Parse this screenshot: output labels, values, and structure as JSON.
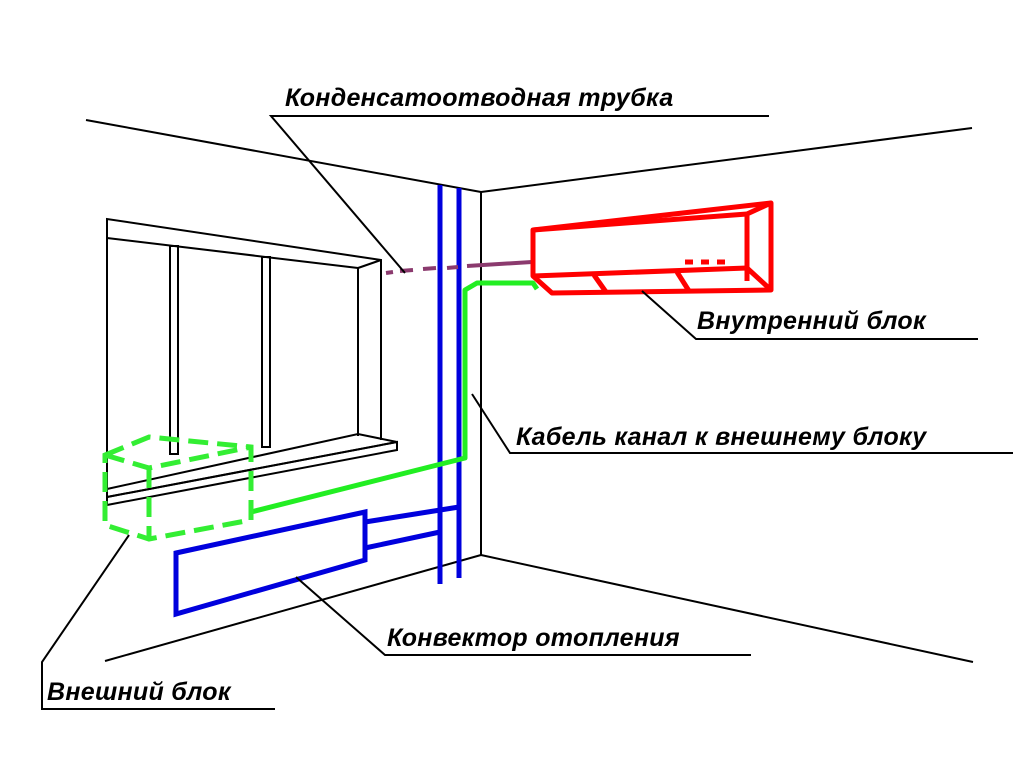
{
  "labels": {
    "condensate_tube": "Конденсатоотводная трубка",
    "indoor_unit": "Внутренний блок",
    "cable_channel": "Кабель канал к внешнему блоку",
    "heating_convector": "Конвектор отопления",
    "outdoor_unit": "Внешний блок"
  },
  "colors": {
    "indoor_unit": "#ff0000",
    "outdoor_unit": "#33ee33",
    "cable_channel": "#22ee22",
    "heating_pipes": "#0000dd",
    "condensate_tube": "#8b3a6e",
    "wall_lines": "#000000"
  }
}
